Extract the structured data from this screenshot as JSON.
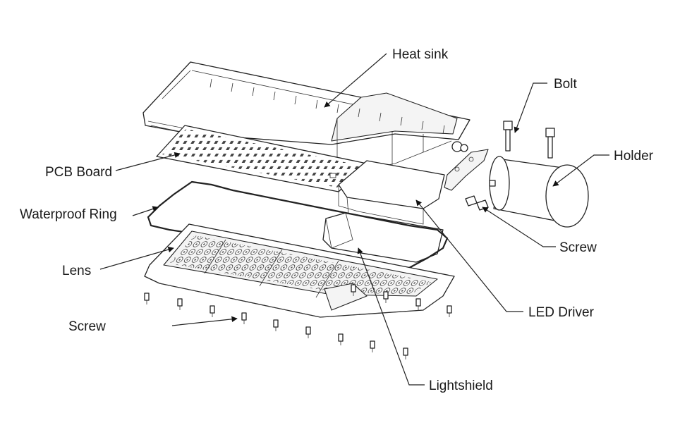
{
  "labels": {
    "heat_sink": "Heat sink",
    "bolt": "Bolt",
    "holder": "Holder",
    "pcb_board": "PCB Board",
    "waterproof_ring": "Waterproof Ring",
    "lens": "Lens",
    "screw_holder": "Screw",
    "led_driver": "LED Driver",
    "screw_bottom": "Screw",
    "lightshield": "Lightshield"
  }
}
